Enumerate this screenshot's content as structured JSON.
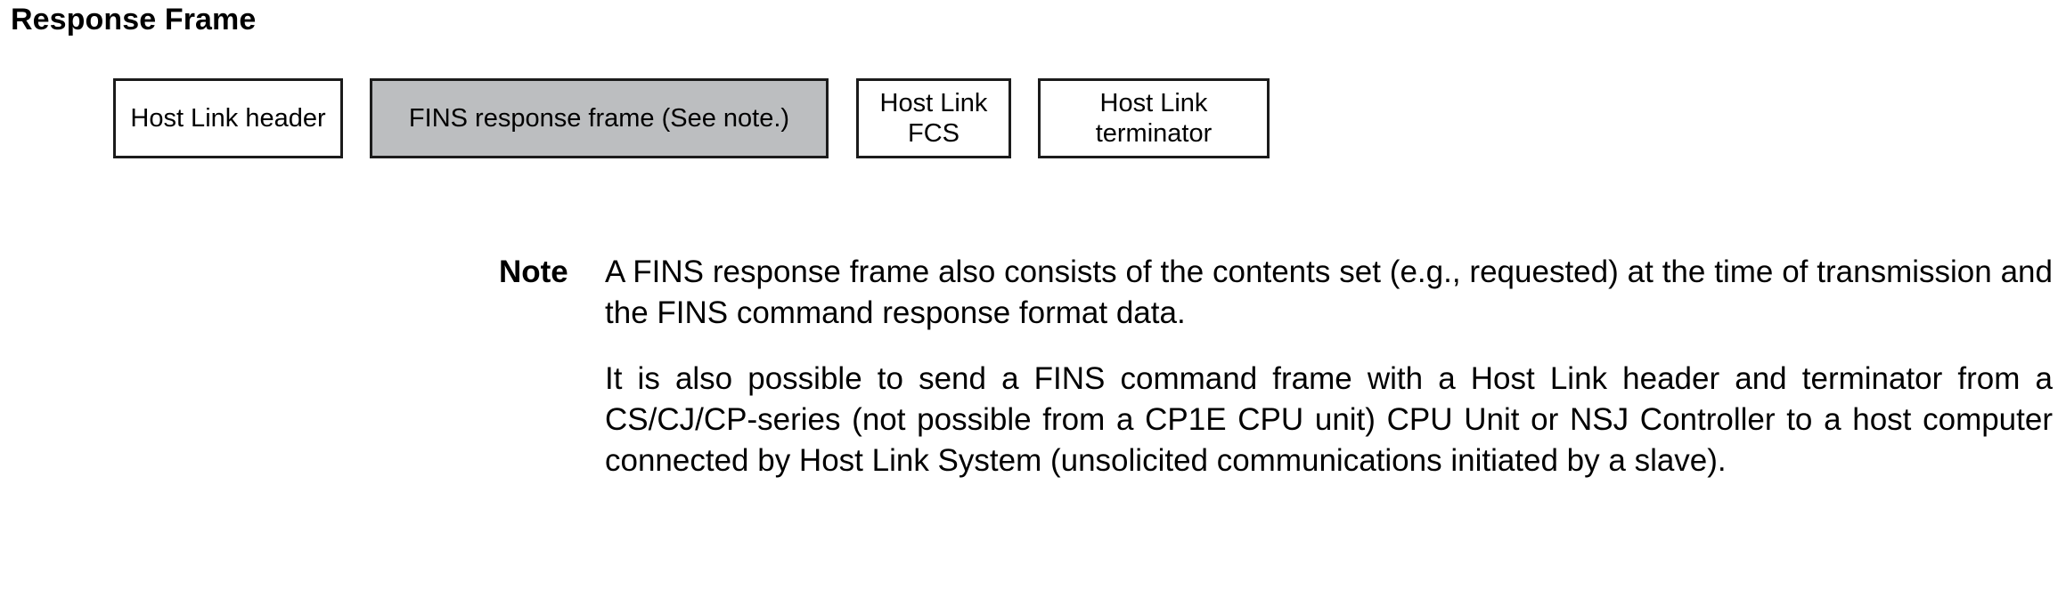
{
  "page": {
    "title": "Response Frame",
    "background_color": "#ffffff",
    "text_color": "#000000"
  },
  "diagram": {
    "name": "response-frame-structure",
    "shaded_fill_color": "#bcbec0",
    "border_color": "#1b1b1b",
    "boxes": [
      {
        "id": "host-link-header",
        "label": "Host Link header",
        "shaded": false
      },
      {
        "id": "fins-response-frame",
        "label": "FINS response frame (See note.)",
        "shaded": true
      },
      {
        "id": "host-link-fcs",
        "label": "Host Link\nFCS",
        "shaded": false
      },
      {
        "id": "host-link-terminator",
        "label": "Host Link terminator",
        "shaded": false
      }
    ]
  },
  "note": {
    "label": "Note",
    "paragraphs": [
      "A FINS response frame also consists of the contents set (e.g., requested) at the time of transmission and the FINS command response format data.",
      "It is also possible to send a FINS command frame with a Host Link header and terminator from a CS/CJ/CP-series (not possible from a CP1E CPU unit) CPU Unit or NSJ Controller to a host computer connected by Host Link System (unsolicited communications initiated by a slave)."
    ]
  }
}
